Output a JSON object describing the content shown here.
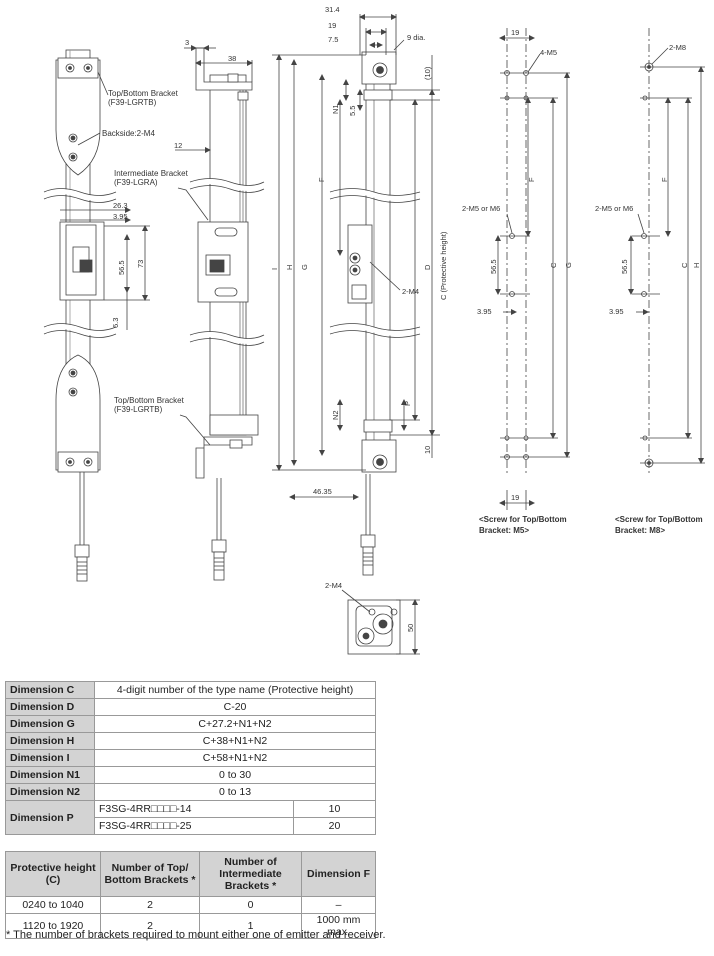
{
  "drawing": {
    "bracket_labels": {
      "top_bottom_bracket_1": "Top/Bottom Bracket",
      "top_bottom_bracket_1_model": "(F39-LGRTB)",
      "backside": "Backside:2-M4",
      "intermediate_bracket": "Intermediate Bracket",
      "intermediate_bracket_model": "(F39-LGRA)",
      "top_bottom_bracket_2": "Top/Bottom Bracket",
      "top_bottom_bracket_2_model": "(F39-LGRTB)"
    },
    "dimensions": {
      "d_31_4": "31.4",
      "d_19_top": "19",
      "d_7_5": "7.5",
      "d_9_dia": "9 dia.",
      "d_3": "3",
      "d_38": "38",
      "d_10_paren": "(10)",
      "d_12": "12",
      "d_26_3": "26.3",
      "d_3_95_left": "3.95",
      "d_56_5_left": "56.5",
      "d_73": "73",
      "d_6_3": "6.3",
      "d_n1": "N1",
      "d_5_5": "5.5",
      "d_f_main": "F",
      "d_h_main": "H",
      "d_g_main": "G",
      "d_i_main": "I",
      "d_d_main": "D",
      "d_c_main": "C (Protective height)",
      "d_2_m4_side": "2-M4",
      "d_n2": "N2",
      "d_p": "P",
      "d_10_bottom": "10",
      "d_46_35": "46.35",
      "d_2_m4_bottom": "2-M4",
      "d_50": "50",
      "r1_19_top": "19",
      "r1_4_m5": "4-M5",
      "r1_f": "F",
      "r1_2_m5_or_m6": "2-M5 or M6",
      "r1_56_5": "56.5",
      "r1_c": "C",
      "r1_g": "G",
      "r1_3_95": "3.95",
      "r1_19_bottom": "19",
      "r2_2_m8": "2-M8",
      "r2_f": "F",
      "r2_2_m5_or_m6": "2-M5 or M6",
      "r2_56_5": "56.5",
      "r2_c": "C",
      "r2_h": "H",
      "r2_3_95": "3.95"
    },
    "screw_notes": {
      "m5_line1": "<Screw for Top/Bottom",
      "m5_line2": "Bracket: M5>",
      "m8_line1": "<Screw for Top/Bottom",
      "m8_line2": "Bracket: M8>"
    }
  },
  "dimension_table": [
    {
      "name": "Dimension C",
      "value": "4-digit number of the type name (Protective height)"
    },
    {
      "name": "Dimension D",
      "value": "C-20"
    },
    {
      "name": "Dimension G",
      "value": "C+27.2+N1+N2"
    },
    {
      "name": "Dimension H",
      "value": "C+38+N1+N2"
    },
    {
      "name": "Dimension I",
      "value": "C+58+N1+N2"
    },
    {
      "name": "Dimension N1",
      "value": "0 to 30"
    },
    {
      "name": "Dimension N2",
      "value": "0 to 13"
    }
  ],
  "dimension_p": {
    "name": "Dimension P",
    "rows": [
      {
        "model": "F3SG-4RR□□□□-14",
        "value": "10"
      },
      {
        "model": "F3SG-4RR□□□□-25",
        "value": "20"
      }
    ]
  },
  "bracket_table": {
    "headers": [
      "Protective height (C)",
      "Number of Top/ Bottom Brackets *",
      "Number of Intermediate Brackets *",
      "Dimension F"
    ],
    "rows": [
      [
        "0240 to 1040",
        "2",
        "0",
        "–"
      ],
      [
        "1120 to 1920",
        "2",
        "1",
        "1000 mm max."
      ]
    ]
  },
  "footnote": "*  The number of brackets required to mount either one of emitter and receiver."
}
